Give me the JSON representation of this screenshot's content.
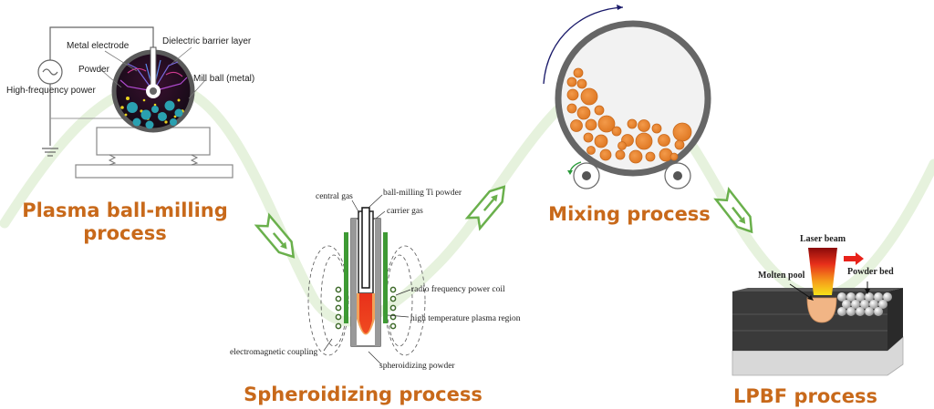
{
  "colors": {
    "title": "#c8691a",
    "flow_curve": "#e6f2dd",
    "flow_arrow": "#6ab04c",
    "mill_ball": "#2aa0b0",
    "powder_dots": "#e8d21e",
    "mixing_ball": "#ef8a33",
    "plasma": "#e8301a",
    "rf_coil": "#3e9a34"
  },
  "stages": [
    {
      "id": "plasma-ball-milling",
      "title_lines": [
        "Plasma ball-milling",
        "process"
      ],
      "labels": {
        "metal_electrode": "Metal electrode",
        "dielectric_barrier": "Dielectric barrier layer",
        "powder": "Powder",
        "mill_ball": "Mill ball (metal)",
        "hf_power": "High-frequency power"
      }
    },
    {
      "id": "spheroidizing",
      "title_lines": [
        "Spheroidizing process"
      ],
      "labels": {
        "central_gas": "central gas",
        "ti_powder": "ball-milling Ti powder",
        "carrier_gas": "carrier gas",
        "rf_coil": "radio frequency power coil",
        "plasma_region": "high temperature plasma region",
        "em_coupling": "electromagnetic coupling",
        "spheroidizing_powder": "spheroidizing powder"
      }
    },
    {
      "id": "mixing",
      "title_lines": [
        "Mixing process"
      ],
      "labels": {}
    },
    {
      "id": "lpbf",
      "title_lines": [
        "LPBF process"
      ],
      "labels": {
        "laser_beam": "Laser beam",
        "molten_pool": "Molten pool",
        "powder_bed": "Powder bed"
      }
    }
  ],
  "flow_arrows": [
    {
      "from": "plasma-ball-milling",
      "to": "spheroidizing",
      "direction": "down-right"
    },
    {
      "from": "spheroidizing",
      "to": "mixing",
      "direction": "up-right"
    },
    {
      "from": "mixing",
      "to": "lpbf",
      "direction": "down-right"
    }
  ]
}
